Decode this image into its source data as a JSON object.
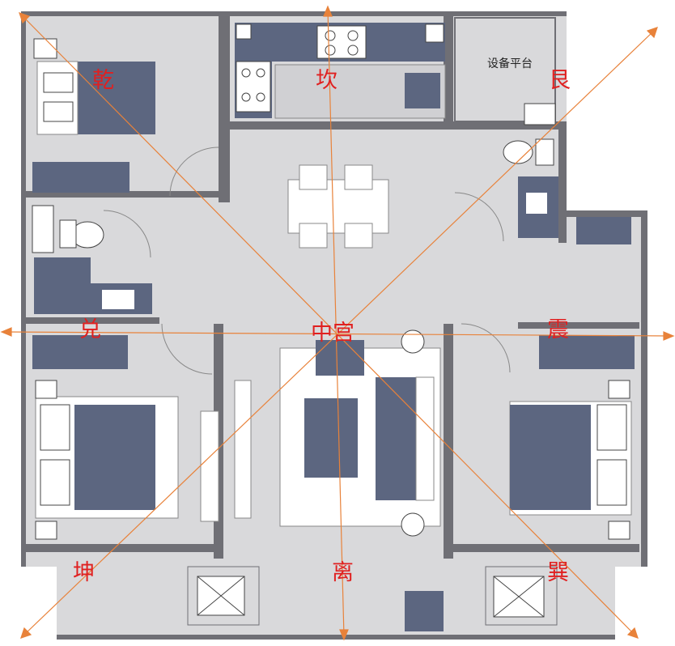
{
  "colors": {
    "floor": "#d9d9db",
    "wall": "#6f6f75",
    "furniture": "#5c6680",
    "fixture": "#ffffff",
    "axis": "#e8823a",
    "trigram_text": "#e02020"
  },
  "labels": {
    "equipment_platform": "设备平台"
  },
  "trigrams": {
    "qian": "乾",
    "kan": "坎",
    "gen": "艮",
    "dui": "兑",
    "center": "中宫",
    "zhen": "震",
    "kun": "坤",
    "li": "离",
    "xun": "巽"
  }
}
